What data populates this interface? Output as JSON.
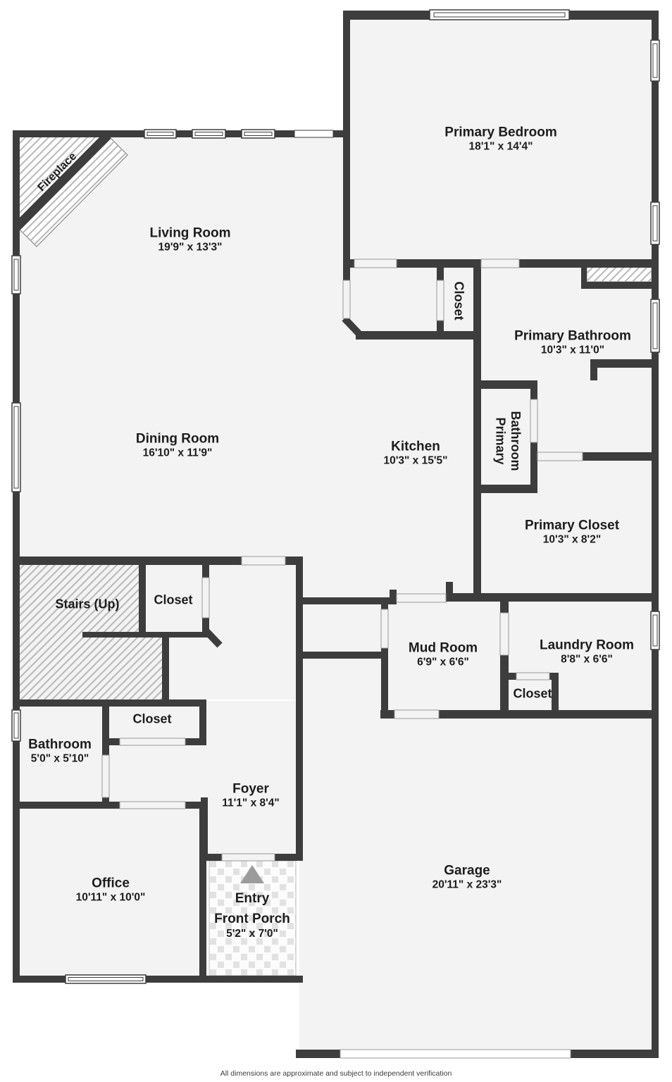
{
  "plan": {
    "disclaimer": "All dimensions are approximate and subject to independent verification",
    "colors": {
      "wall": "#3d3d3d",
      "room_fill": "#f3f3f3",
      "hatch_line": "#b7b7b7",
      "porch_tile": "#e2e2e2",
      "entry_arrow": "#9c9c9c",
      "text": "#1d1d1d"
    },
    "rooms": [
      {
        "id": "primary-bedroom",
        "name": "Primary Bedroom",
        "dims": "18'1\" x 14'4\""
      },
      {
        "id": "living-room",
        "name": "Living Room",
        "dims": "19'9\" x 13'3\""
      },
      {
        "id": "dining-room",
        "name": "Dining Room",
        "dims": "16'10\" x 11'9\""
      },
      {
        "id": "kitchen",
        "name": "Kitchen",
        "dims": "10'3\" x 15'5\""
      },
      {
        "id": "primary-bathroom",
        "name": "Primary Bathroom",
        "dims": "10'3\" x 11'0\""
      },
      {
        "id": "primary-closet",
        "name": "Primary Closet",
        "dims": "10'3\" x 8'2\""
      },
      {
        "id": "mud-room",
        "name": "Mud Room",
        "dims": "6'9\" x 6'6\""
      },
      {
        "id": "laundry-room",
        "name": "Laundry Room",
        "dims": "8'8\" x 6'6\""
      },
      {
        "id": "bathroom",
        "name": "Bathroom",
        "dims": "5'0\" x 5'10\""
      },
      {
        "id": "office",
        "name": "Office",
        "dims": "10'11\" x 10'0\""
      },
      {
        "id": "foyer",
        "name": "Foyer",
        "dims": "11'1\" x 8'4\""
      },
      {
        "id": "garage",
        "name": "Garage",
        "dims": "20'11\" x 23'3\""
      },
      {
        "id": "entry-front-porch",
        "name": "Entry",
        "name2": "Front Porch",
        "dims": "5'2\" x 7'0\""
      }
    ],
    "labels": {
      "stairs": "Stairs (Up)",
      "fireplace": "Fireplace",
      "closet": "Closet",
      "wc_line1": "Primary",
      "wc_line2": "Bathroom"
    }
  }
}
